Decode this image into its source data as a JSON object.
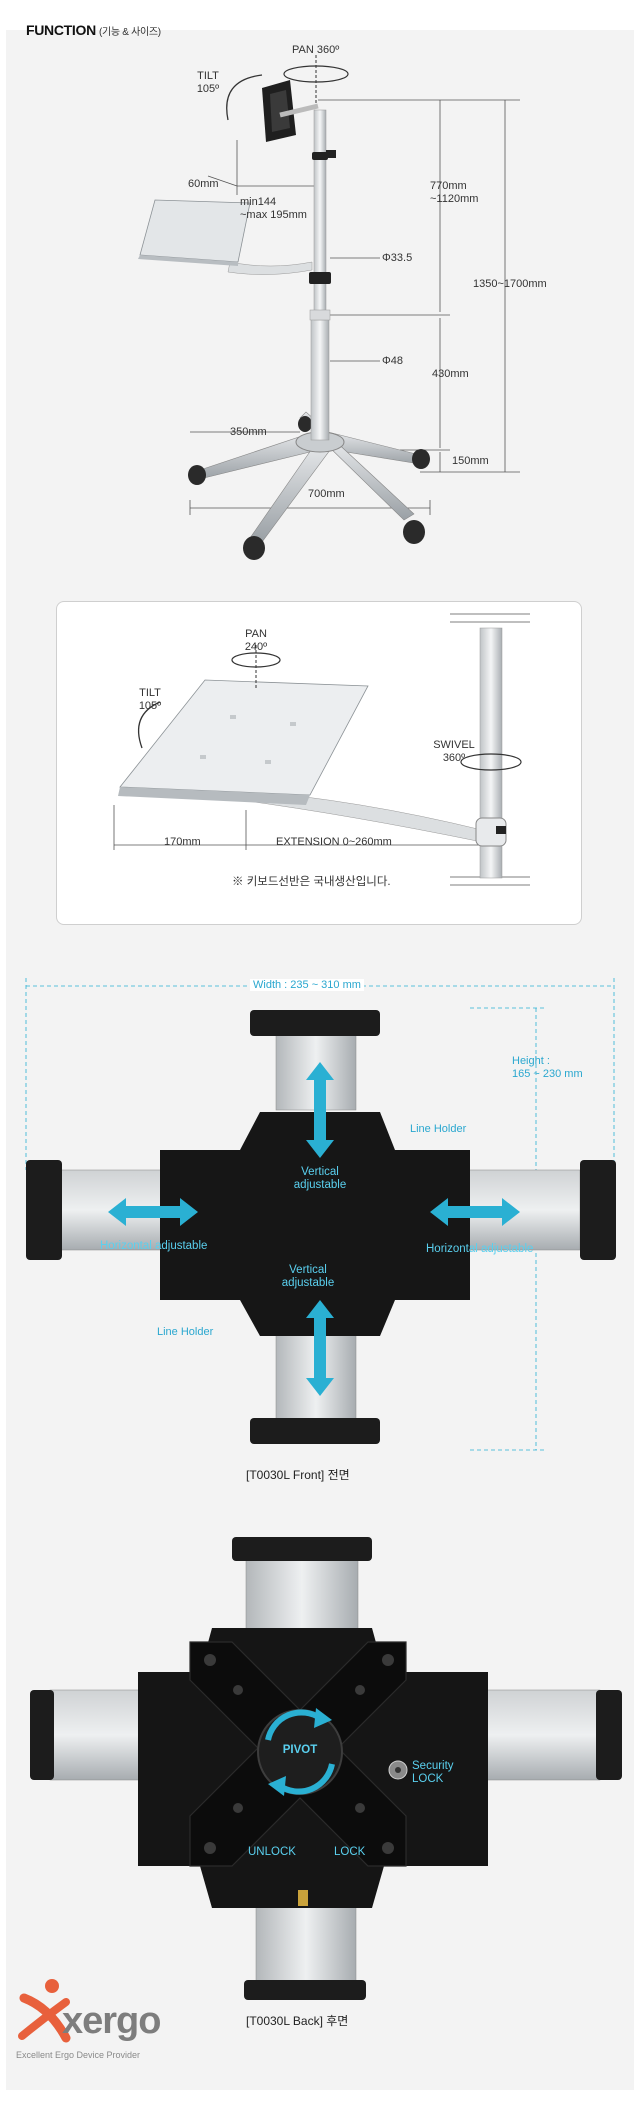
{
  "header": {
    "title": "FUNCTION",
    "subtitle": "(기능 & 사이즈)"
  },
  "stand": {
    "pan": "PAN 360º",
    "tilt": [
      "TILT",
      "105º"
    ],
    "offset": "60mm",
    "reach": [
      "min144",
      "~max 195mm"
    ],
    "upper_height": [
      "770mm",
      "~1120mm"
    ],
    "total_height": "1350~1700mm",
    "pole_top": "Φ33.5",
    "pole_bottom": "Φ48",
    "lower_height": "430mm",
    "caster": "150mm",
    "base_radius": "350mm",
    "base_width": "700mm"
  },
  "tray": {
    "pan": [
      "PAN",
      "240º"
    ],
    "tilt": [
      "TILT",
      "105º"
    ],
    "swivel": [
      "SWIVEL",
      "360º"
    ],
    "depth": "170mm",
    "extension": "EXTENSION 0~260mm",
    "note": "※ 키보드선반은 국내생산입니다."
  },
  "front": {
    "width": "Width : 235 ~ 310 mm",
    "height": [
      "Height :",
      "165 ~ 230 mm"
    ],
    "line_holder_top": "Line Holder",
    "line_holder_bottom": "Line Holder",
    "vertical_top": [
      "Vertical",
      "adjustable"
    ],
    "vertical_bottom": [
      "Vertical",
      "adjustable"
    ],
    "horizontal_left": "Horizontal adjustable",
    "horizontal_right": "Horizontal adjustable",
    "caption": "[T0030L Front] 전면"
  },
  "back": {
    "pivot": "PIVOT",
    "security": [
      "Security",
      "LOCK"
    ],
    "unlock": "UNLOCK",
    "lock": "LOCK",
    "caption": "[T0030L Back] 후면"
  },
  "brand": {
    "logo_text": "xergo",
    "tagline": "Excellent Ergo Device Provider",
    "accent": "#e8603c",
    "cyan": "#2ab0d3"
  }
}
